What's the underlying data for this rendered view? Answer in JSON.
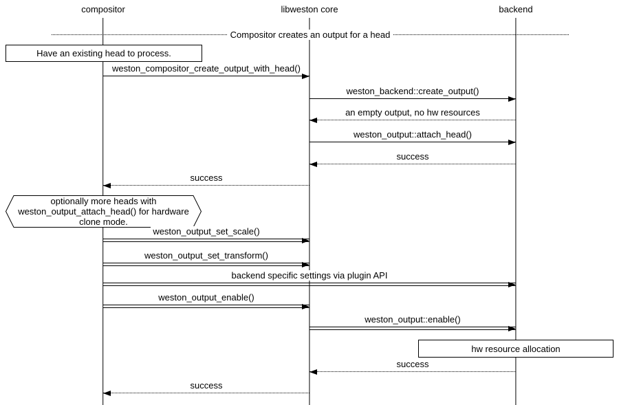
{
  "diagram": {
    "type": "sequence",
    "lifelines": [
      {
        "label": "compositor"
      },
      {
        "label": "libweston core"
      },
      {
        "label": "backend"
      }
    ],
    "divider": {
      "label": "Compositor creates an output for a head"
    },
    "notes": {
      "head_note": "Have an existing head to process.",
      "clone_note": "optionally more heads with weston_output_attach_head() for hardware clone mode.",
      "hw_note": "hw resource allocation"
    },
    "messages": [
      {
        "label": "weston_compositor_create_output_with_head()",
        "from": "compositor",
        "to": "libweston core",
        "kind": "call"
      },
      {
        "label": "weston_backend::create_output()",
        "from": "libweston core",
        "to": "backend",
        "kind": "call"
      },
      {
        "label": "an empty output, no hw resources",
        "from": "backend",
        "to": "libweston core",
        "kind": "return"
      },
      {
        "label": "weston_output::attach_head()",
        "from": "libweston core",
        "to": "backend",
        "kind": "call"
      },
      {
        "label": "success",
        "from": "backend",
        "to": "libweston core",
        "kind": "return"
      },
      {
        "label": "success",
        "from": "libweston core",
        "to": "compositor",
        "kind": "return"
      },
      {
        "label": "weston_output_set_scale()",
        "from": "compositor",
        "to": "libweston core",
        "kind": "emphasized-call"
      },
      {
        "label": "weston_output_set_transform()",
        "from": "compositor",
        "to": "libweston core",
        "kind": "emphasized-call"
      },
      {
        "label": "backend specific settings via plugin API",
        "from": "compositor",
        "to": "backend",
        "kind": "emphasized-call"
      },
      {
        "label": "weston_output_enable()",
        "from": "compositor",
        "to": "libweston core",
        "kind": "emphasized-call"
      },
      {
        "label": "weston_output::enable()",
        "from": "libweston core",
        "to": "backend",
        "kind": "emphasized-call"
      },
      {
        "label": "success",
        "from": "backend",
        "to": "libweston core",
        "kind": "return"
      },
      {
        "label": "success",
        "from": "libweston core",
        "to": "compositor",
        "kind": "return"
      }
    ]
  }
}
